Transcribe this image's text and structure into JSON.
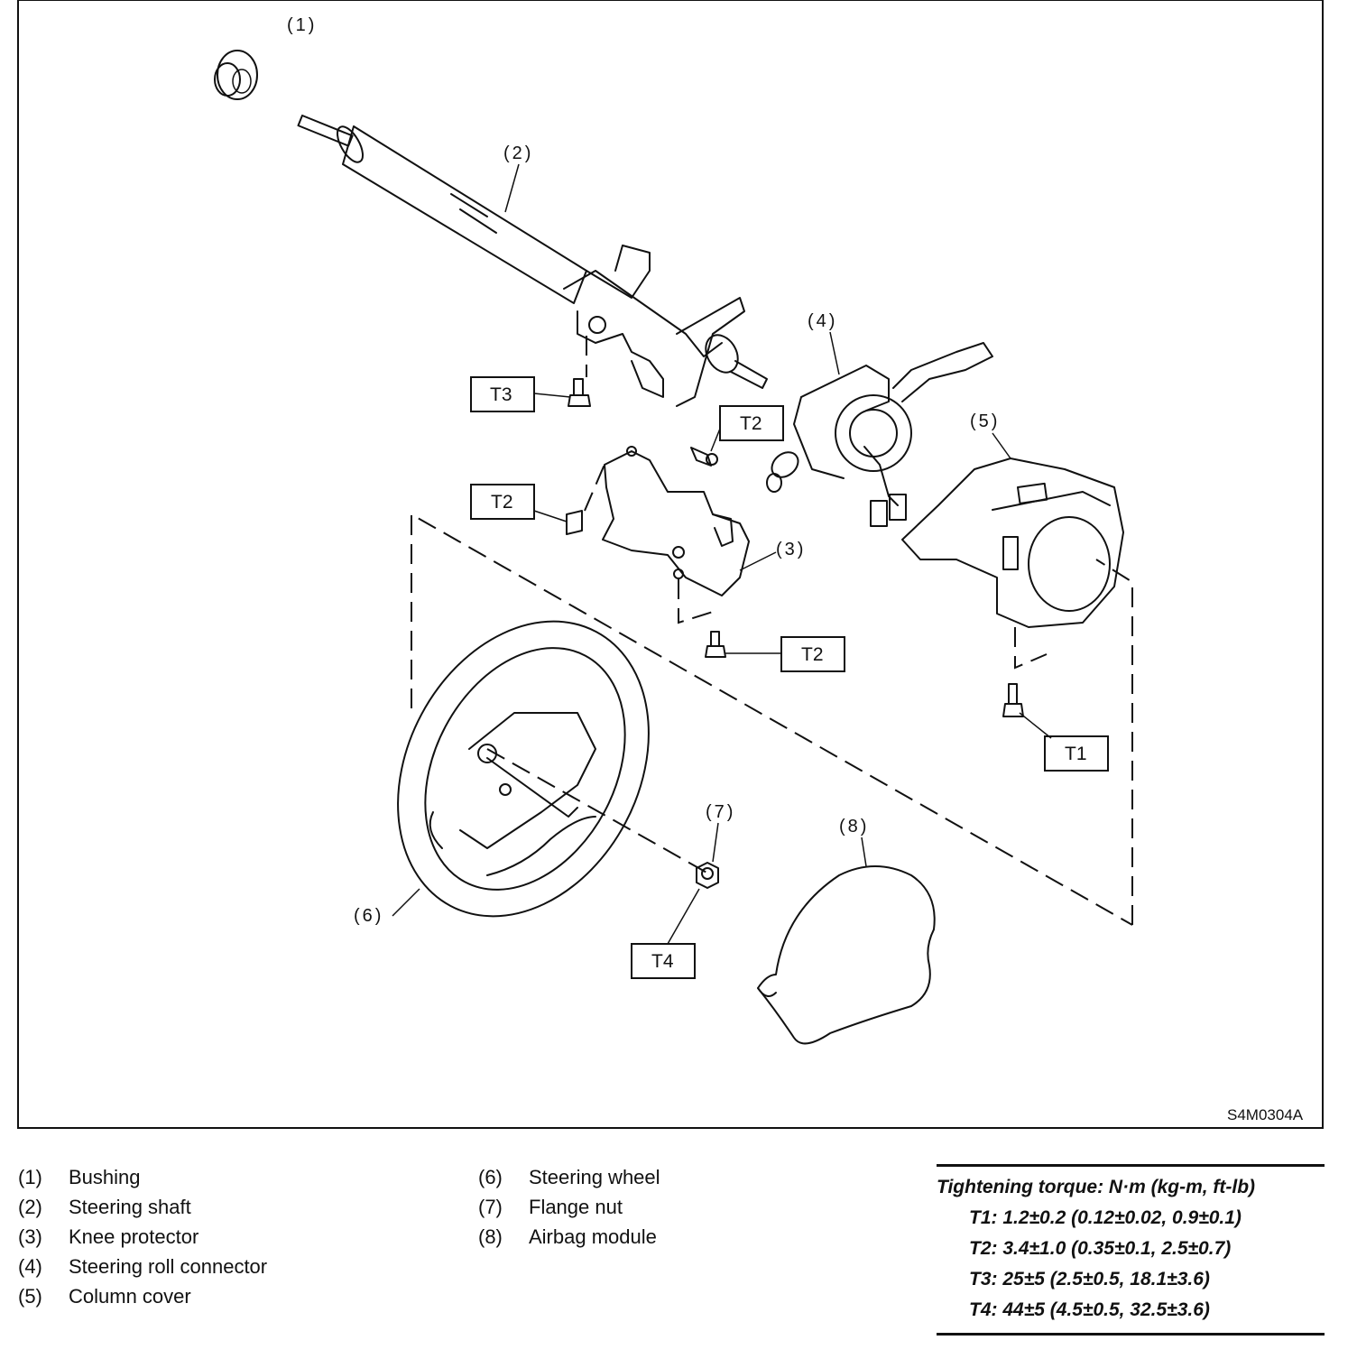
{
  "diagram": {
    "code": "S4M0304A",
    "callouts": [
      "(1)",
      "(2)",
      "(3)",
      "(4)",
      "(5)",
      "(6)",
      "(7)",
      "(8)"
    ],
    "torque_tags": [
      "T1",
      "T2",
      "T3",
      "T4"
    ]
  },
  "legend": {
    "left": [
      {
        "num": "(1)",
        "label": "Bushing"
      },
      {
        "num": "(2)",
        "label": "Steering shaft"
      },
      {
        "num": "(3)",
        "label": "Knee protector"
      },
      {
        "num": "(4)",
        "label": "Steering roll connector"
      },
      {
        "num": "(5)",
        "label": "Column cover"
      }
    ],
    "right": [
      {
        "num": "(6)",
        "label": "Steering wheel"
      },
      {
        "num": "(7)",
        "label": "Flange nut"
      },
      {
        "num": "(8)",
        "label": "Airbag module"
      }
    ]
  },
  "torque": {
    "title": "Tightening torque: N·m (kg-m, ft-lb)",
    "rows": [
      "T1: 1.2±0.2 (0.12±0.02, 0.9±0.1)",
      "T2: 3.4±1.0 (0.35±0.1, 2.5±0.7)",
      "T3: 25±5 (2.5±0.5, 18.1±3.6)",
      "T4: 44±5 (4.5±0.5, 32.5±3.6)"
    ]
  }
}
